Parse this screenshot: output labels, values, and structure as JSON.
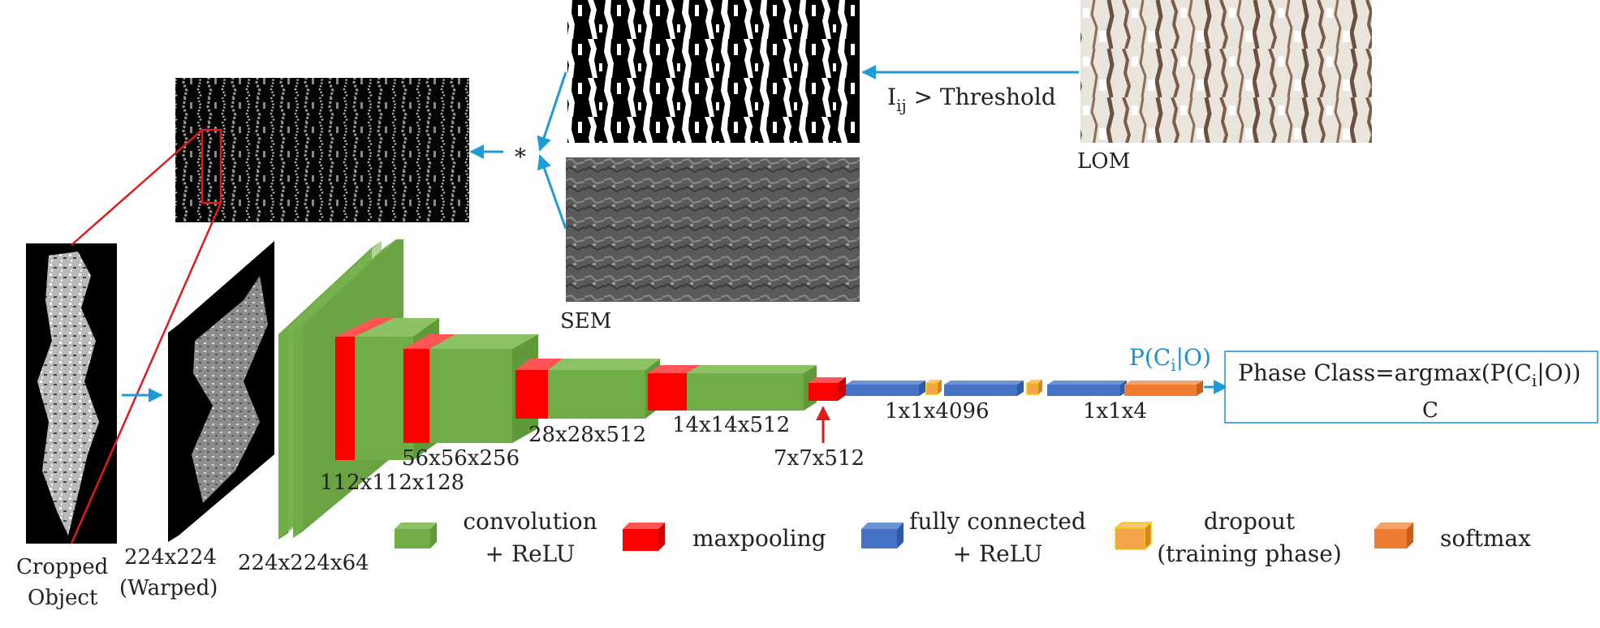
{
  "images": {
    "lom": {
      "label": "LOM",
      "icon": "lom-micrograph"
    },
    "binary": {
      "icon": "binary-mask"
    },
    "sem": {
      "label": "SEM",
      "icon": "sem-micrograph"
    },
    "product": {
      "icon": "masked-sem"
    },
    "cropped": {
      "label_line1": "Cropped",
      "label_line2": "Object",
      "icon": "cropped-grain"
    },
    "warped": {
      "label_line1": "224x224",
      "label_line2": "(Warped)",
      "icon": "warped-grain"
    }
  },
  "operators": {
    "threshold_base": "I",
    "threshold_sub": "ij",
    "threshold_rest": " > Threshold",
    "multiply": "*"
  },
  "layers": {
    "conv1": "224x224x64",
    "conv2": "112x112x128",
    "conv3": "56x56x256",
    "conv4": "28x28x512",
    "conv5": "14x14x512",
    "pool5": "7x7x512",
    "fc": "1x1x4096",
    "softmax": "1x1x4"
  },
  "output": {
    "prob_p": "P(C",
    "prob_sub": "i",
    "prob_end": "|O)",
    "line1_a": "Phase Class=argmax(P(C",
    "line1_sub": "i",
    "line1_b": "|O))",
    "line2": "C"
  },
  "legend": {
    "conv_line1": "convolution",
    "conv_line2": "+ ReLU",
    "pool": "maxpooling",
    "fc_line1": "fully connected",
    "fc_line2": "+ ReLU",
    "dropout_line1": "dropout",
    "dropout_line2": "(training phase)",
    "softmax": "softmax"
  },
  "colors": {
    "conv": "#70ad47",
    "pool": "#ff0000",
    "fc": "#4472c4",
    "dropout": "#f4a34b",
    "softmax": "#ed7d31",
    "arrow": "#1f9bd7",
    "red_line": "#e01b1b",
    "prob_text": "#1f8fd0"
  }
}
